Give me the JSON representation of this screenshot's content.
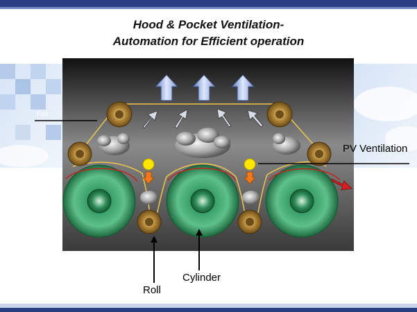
{
  "title": {
    "line1": "Hood & Pocket Ventilation-",
    "line2": "Automation for Efficient operation"
  },
  "labels": {
    "felt": "Felt",
    "pv_ventilation": "PV Ventilation",
    "roll": "Roll",
    "cylinder": "Cylinder"
  },
  "colors": {
    "header_bar": "#2a3f82",
    "cylinder_green": "#3aa06a",
    "roll_bronze": "#b5893a",
    "felt_line": "#f0c64a",
    "arrow_blue": "#8fa8d6",
    "arrow_red": "#d42020",
    "valve_yellow": "#ffe600",
    "valve_orange": "#f07a1a"
  }
}
